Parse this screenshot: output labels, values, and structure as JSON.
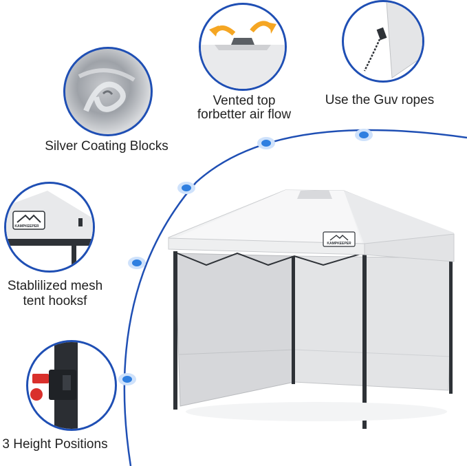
{
  "features": [
    {
      "id": "silver",
      "caption": "Silver Coating Blocks"
    },
    {
      "id": "vented",
      "caption_line1": "Vented top",
      "caption_line2": "forbetter air flow"
    },
    {
      "id": "guv",
      "caption": "Use the Guv ropes"
    },
    {
      "id": "hooks",
      "caption_line1": "Stablilized mesh",
      "caption_line2": "tent hooksf"
    },
    {
      "id": "height",
      "caption": "3 Height Positions"
    }
  ],
  "brand": {
    "logo_text": "KAMPKEEPER"
  },
  "colors": {
    "accent": "#1f4fb4",
    "dot": "#2f7fe0",
    "arrow": "#f5a623",
    "canopy": "#f1f2f3",
    "wall": "#dcdde0",
    "frame": "#2e3237",
    "latch": "#d9302c"
  },
  "icons": [
    "curved-arrow-icon",
    "location-dot-icon"
  ]
}
